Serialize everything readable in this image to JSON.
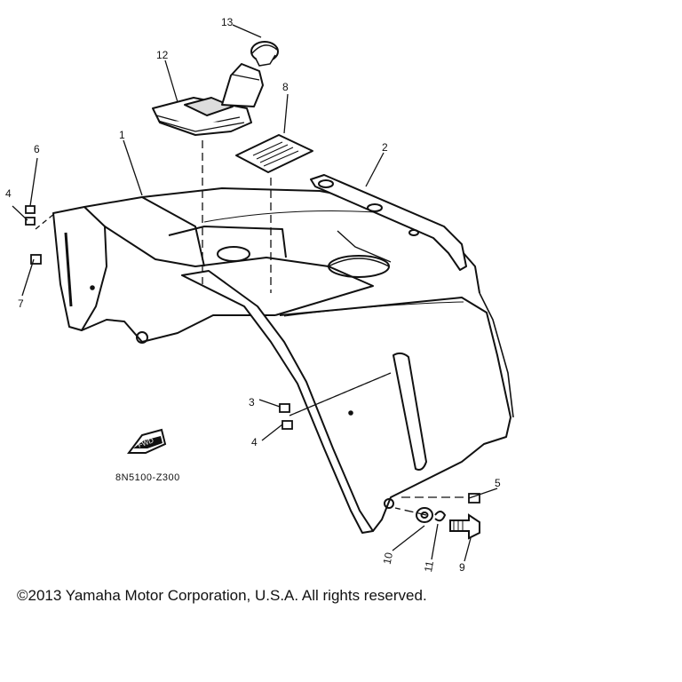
{
  "callouts": {
    "c1": "1",
    "c2": "2",
    "c3": "3",
    "c4a": "4",
    "c4b": "4",
    "c5": "5",
    "c6": "6",
    "c7": "7",
    "c8": "8",
    "c9": "9",
    "c10": "10",
    "c11": "11",
    "c12": "12",
    "c13": "13"
  },
  "fwd_label": "FWD",
  "diagram_code": "8N5100-Z300",
  "copyright": "©2013 Yamaha Motor Corporation, U.S.A. All rights reserved.",
  "colors": {
    "line": "#111111",
    "background": "#ffffff",
    "shade": "#d9d9d9"
  }
}
